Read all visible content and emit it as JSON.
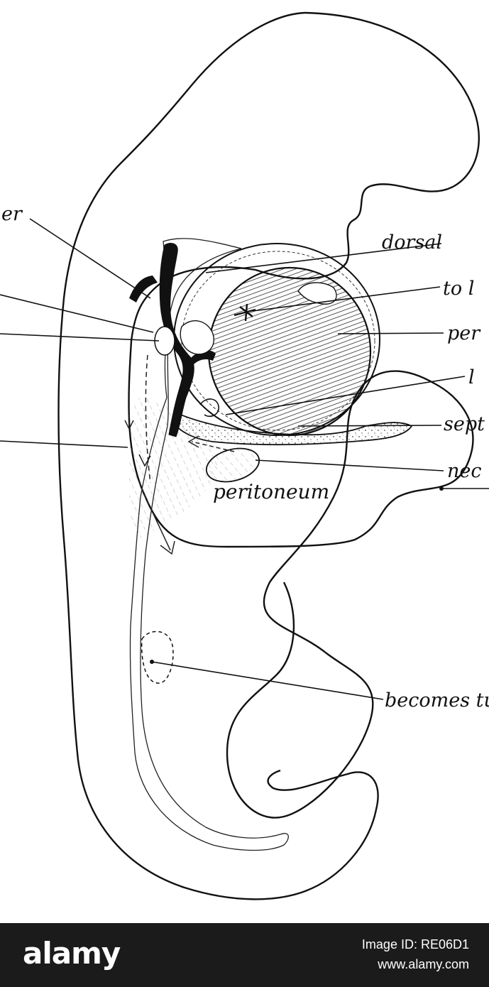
{
  "labels": {
    "left_1": "er",
    "dorsal": "dorsal",
    "to_l": "to l",
    "per": "per",
    "l": "l",
    "sept": "sept",
    "nec": "nec",
    "peritoneum": "peritoneum",
    "becomes": "becomes tu"
  },
  "footer": {
    "logo": "alamy",
    "image_id": "Image ID: RE06D1",
    "site": "www.alamy.com"
  }
}
